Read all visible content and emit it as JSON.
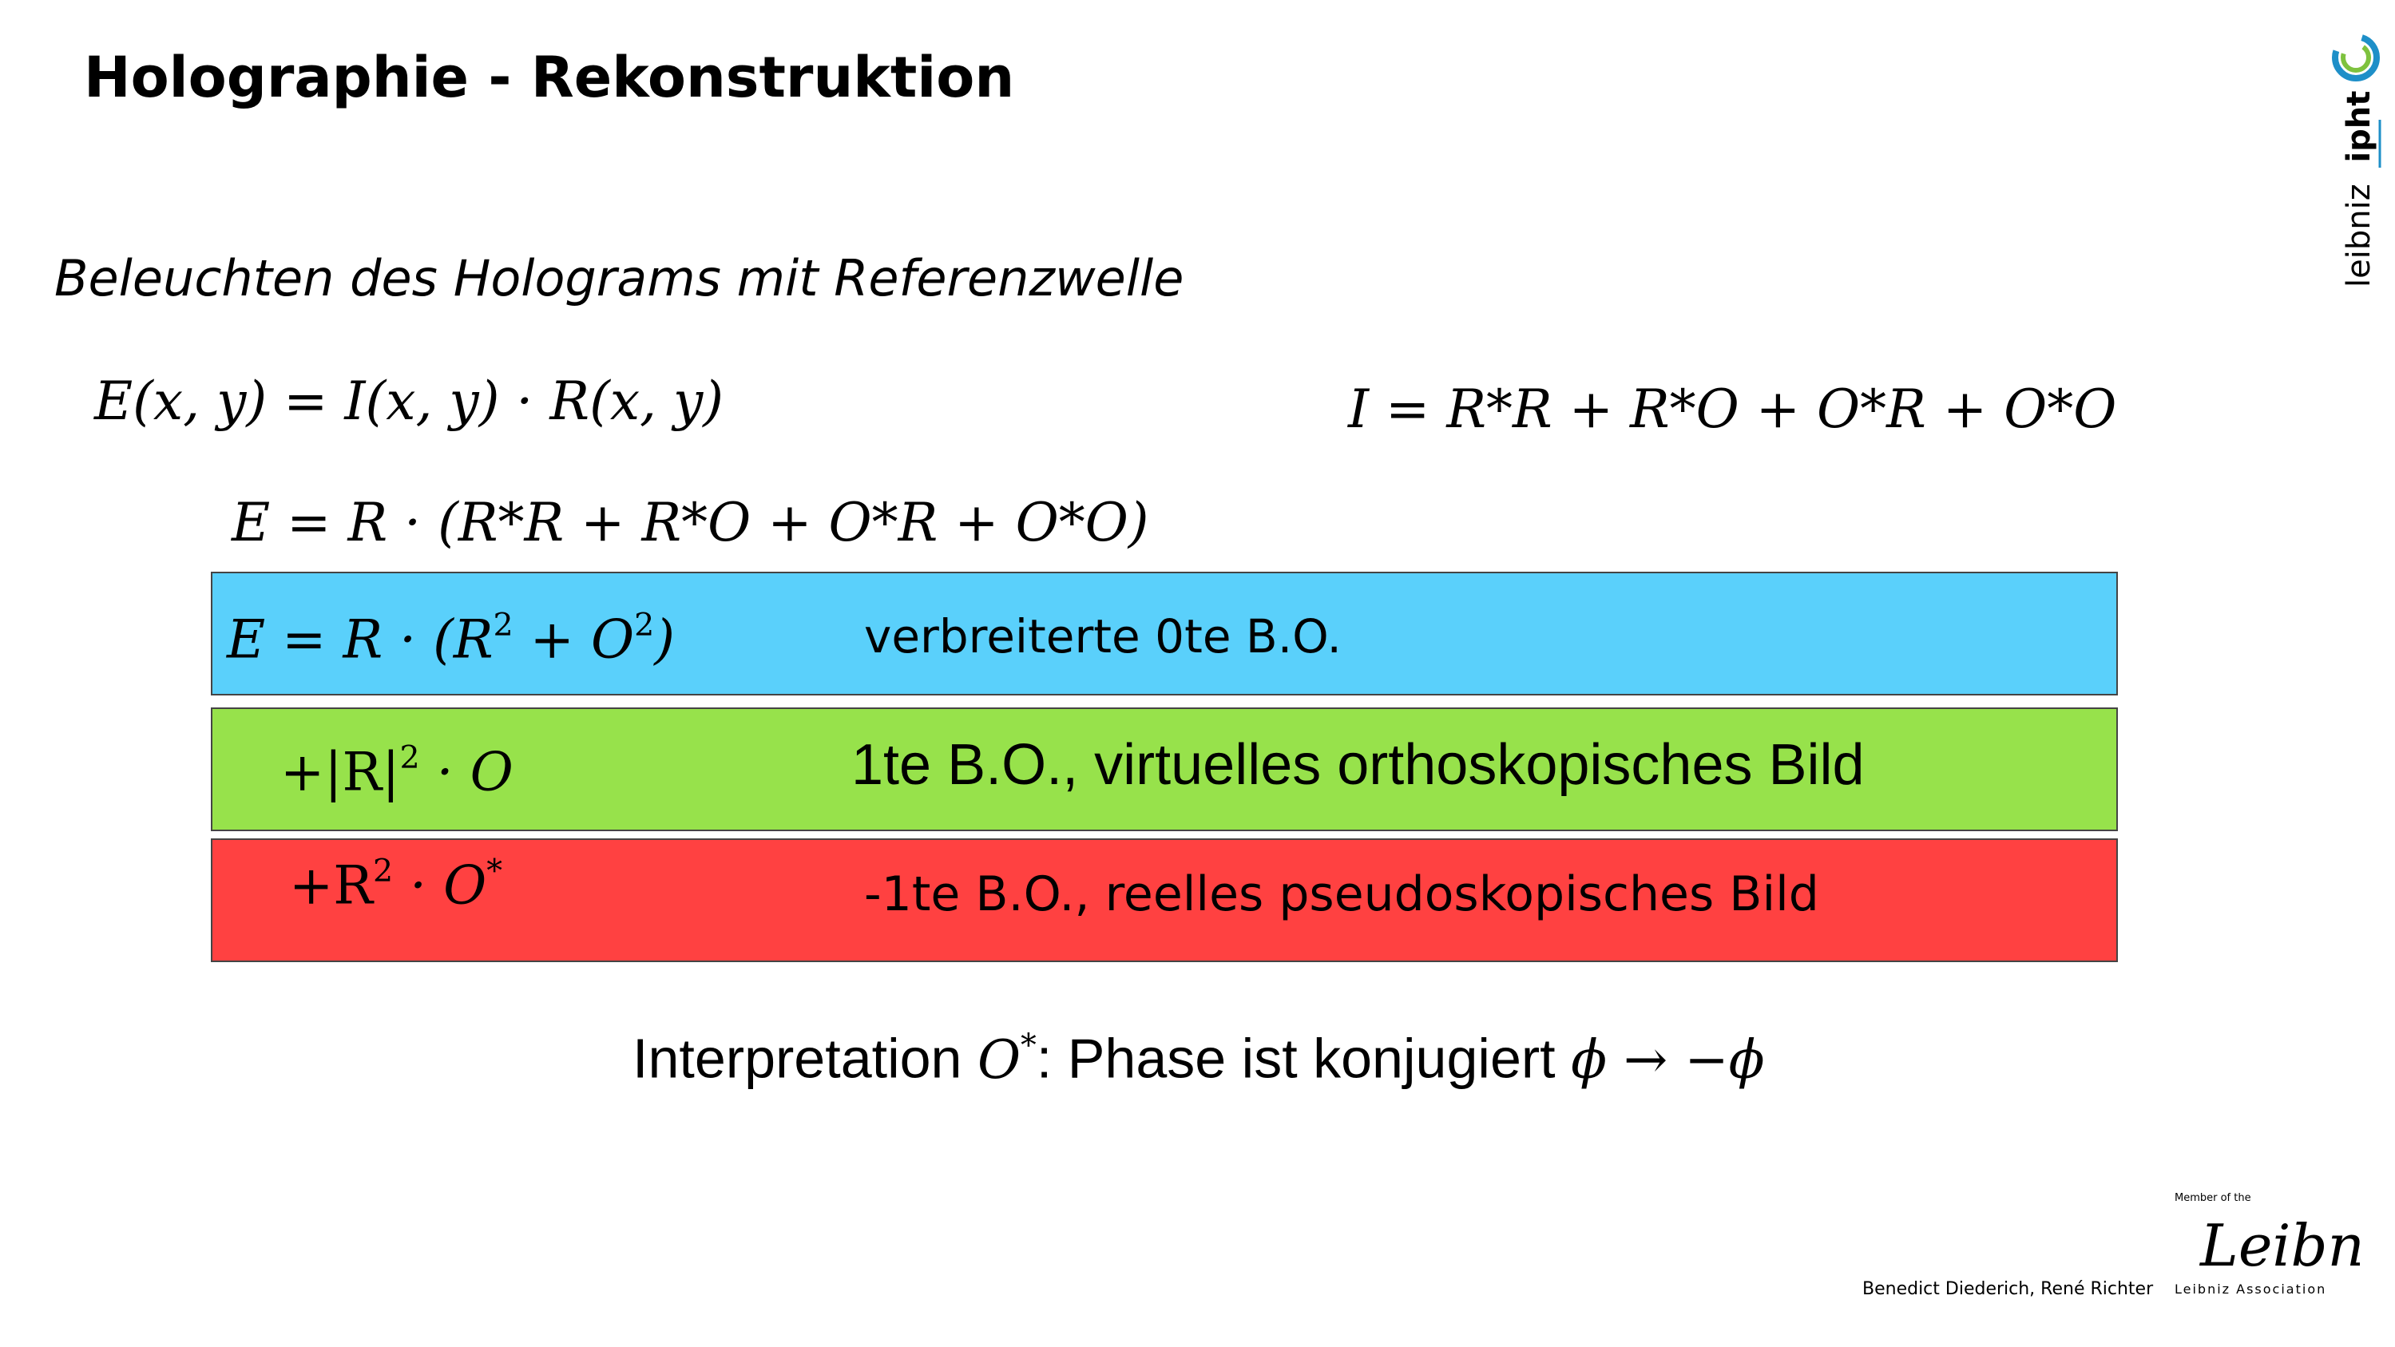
{
  "title": "Holographie - Rekonstruktion",
  "subtitle": "Beleuchten des Holograms mit Referenzwelle",
  "equations": {
    "eq1": "E(x, y) = I(x, y) · R(x, y)",
    "eq2": "I = R*R + R*O + O*R + O*O",
    "eq3": "E = R · (R*R + R*O + O*R + O*O)"
  },
  "boxes": [
    {
      "math_prefix": "E = R · (R",
      "math_sup1": "2",
      "math_mid": " + O",
      "math_sup2": "2",
      "math_suffix": ")",
      "label": "verbreiterte 0te B.O.",
      "color": "#5ad0fb"
    },
    {
      "math_prefix": "+|R|",
      "math_sup1": "2",
      "math_mid": " · O",
      "label": "1te B.O., virtuelles orthoskopisches Bild",
      "color": "#97e24b"
    },
    {
      "math_prefix": "+R",
      "math_sup1": "2",
      "math_mid": " · O",
      "math_sup2": "*",
      "label": "-1te B.O., reelles pseudoskopisches Bild",
      "color": "#ff4141"
    }
  ],
  "interpretation": {
    "prefix": "Interpretation ",
    "symbol": "O",
    "symbol_sup": "*",
    "suffix": ": Phase ist konjugiert ",
    "arrow_math": "ϕ → −ϕ"
  },
  "footer": "Benedict Diederich, René Richter",
  "logos": {
    "top": "leibniz ipht",
    "bottom_member": "Member of the",
    "bottom_script": "Leibniz",
    "bottom_assoc": "Leibniz Association"
  }
}
